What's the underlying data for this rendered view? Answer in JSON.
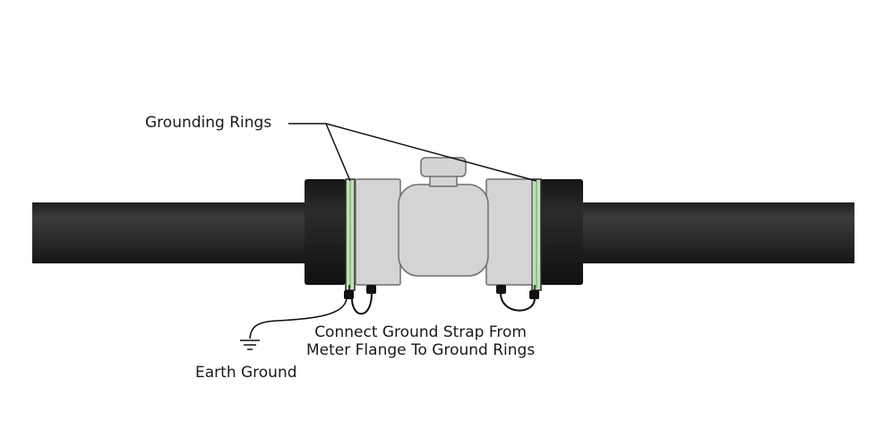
{
  "labels": {
    "grounding_rings": "Grounding Rings",
    "ground_strap_line1": "Connect Ground Strap From",
    "ground_strap_line2": "Meter Flange To Ground Rings",
    "earth_ground": "Earth Ground"
  },
  "colors": {
    "pipe": "#2b2b2b",
    "flange": "#1e1e1e",
    "meter_body": "#d4d4d4",
    "meter_outline": "#6e6e6e",
    "ring": "#bfe3b4",
    "strap": "#111111"
  }
}
